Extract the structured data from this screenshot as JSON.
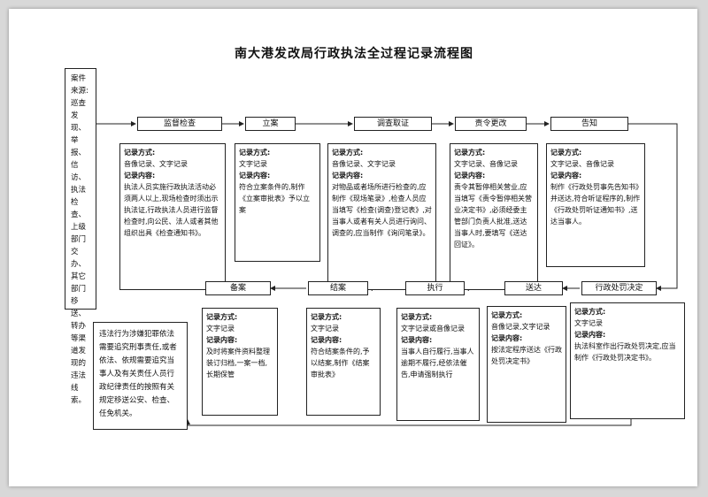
{
  "title": "南大港发改局行政执法全过程记录流程图",
  "source": {
    "heading": "案件来源:",
    "text": "巡查发现、举报、信访、执法检查、上级部门交办、其它部门移送、转办等渠道发现的违法线索。"
  },
  "top_steps": [
    {
      "label": "监督检查",
      "method_label": "记录方式:",
      "method": "音像记录、文字记录",
      "content_label": "记录内容:",
      "content": "执法人员实施行政执法活动必须两人以上,现场检查时须出示执法证,行政执法人员进行监督检查时,向公民、法人或者其他组织出具《检查通知书》。"
    },
    {
      "label": "立案",
      "method_label": "记录方式:",
      "method": "文字记录",
      "content_label": "记录内容:",
      "content": "符合立案条件的,制作《立案审批表》予以立案"
    },
    {
      "label": "调查取证",
      "method_label": "记录方式:",
      "method": "音像记录、文字记录",
      "content_label": "记录内容:",
      "content": "对物品或者场所进行检查的,应制作《现场笔录》,检查人员应当填写《检查(调查)登记表》,对当事人或者有关人员进行询问、调查的,应当制作《询问笔录》。"
    },
    {
      "label": "责令更改",
      "method_label": "记录方式:",
      "method": "文字记录、音像记录",
      "content_label": "记录内容:",
      "content": "责令其暂停相关营业,应当填写《责令暂停相关营业决定书》,必须经委主管部门负责人批准,送达当事人时,要填写《送达回证》。"
    },
    {
      "label": "告知",
      "method_label": "记录方式:",
      "method": "文字记录、音像记录",
      "content_label": "记录内容:",
      "content": "制作《行政处罚事先告知书》并送达,符合听证程序的,制作《行政处罚听证通知书》,送达当事人。"
    }
  ],
  "bottom_steps": [
    {
      "label": "备案",
      "method_label": "记录方式:",
      "method": "文字记录",
      "content_label": "记录内容:",
      "content": "及时将案件资料整理装订归档,一案一档,长期保管"
    },
    {
      "label": "结案",
      "method_label": "记录方式:",
      "method": "文字记录",
      "content_label": "记录内容:",
      "content": "符合结案条件的,予以结案,制作《结案审批表》"
    },
    {
      "label": "执行",
      "method_label": "记录方式:",
      "method": "文字记录或音像记录",
      "content_label": "记录内容:",
      "content": "当事人自行履行,当事人逾期不履行,经依法催告,申请强制执行"
    },
    {
      "label": "送达",
      "method_label": "记录方式:",
      "method": "音像记录,文字记录",
      "content_label": "记录内容:",
      "content": "按法定程序送达《行政处罚决定书》"
    },
    {
      "label": "行政处罚决定",
      "method_label": "记录方式:",
      "method": "文字记录",
      "content_label": "记录内容:",
      "content": "执法科室作出行政处罚决定,应当制作《行政处罚决定书》。"
    }
  ],
  "referral": {
    "text": "违法行为涉嫌犯罪依法需要追究刑事责任,或者依法、依规需要追究当事人及有关责任人员行政纪律责任的按照有关规定移送公安、检查、任免机关。"
  }
}
